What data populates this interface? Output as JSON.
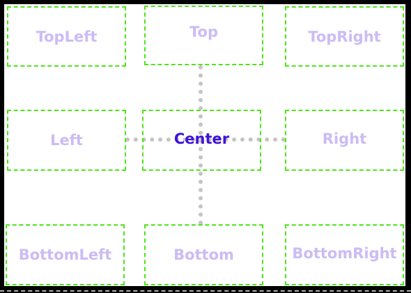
{
  "labels": {
    "top_left": "TopLeft",
    "top": "Top",
    "top_right": "TopRight",
    "left": "Left",
    "center": "Center",
    "right": "Right",
    "bottom_left": "BottomLeft",
    "bottom": "Bottom",
    "bottom_right": "BottomRight"
  },
  "colors": {
    "frame": "#000000",
    "box_border": "#4ee41a",
    "label": "#cbbcf4",
    "center_label": "#3f12d8",
    "guide": "#c4c4c4"
  }
}
